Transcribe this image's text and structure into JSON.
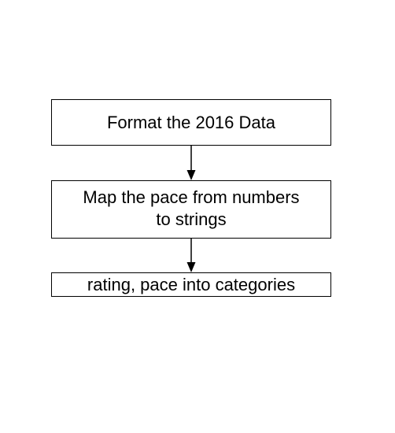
{
  "flowchart": {
    "steps": [
      {
        "label": "Format the 2016 Data"
      },
      {
        "label": "Map the pace from numbers\nto strings"
      },
      {
        "label": "rating, pace into categories"
      }
    ]
  }
}
